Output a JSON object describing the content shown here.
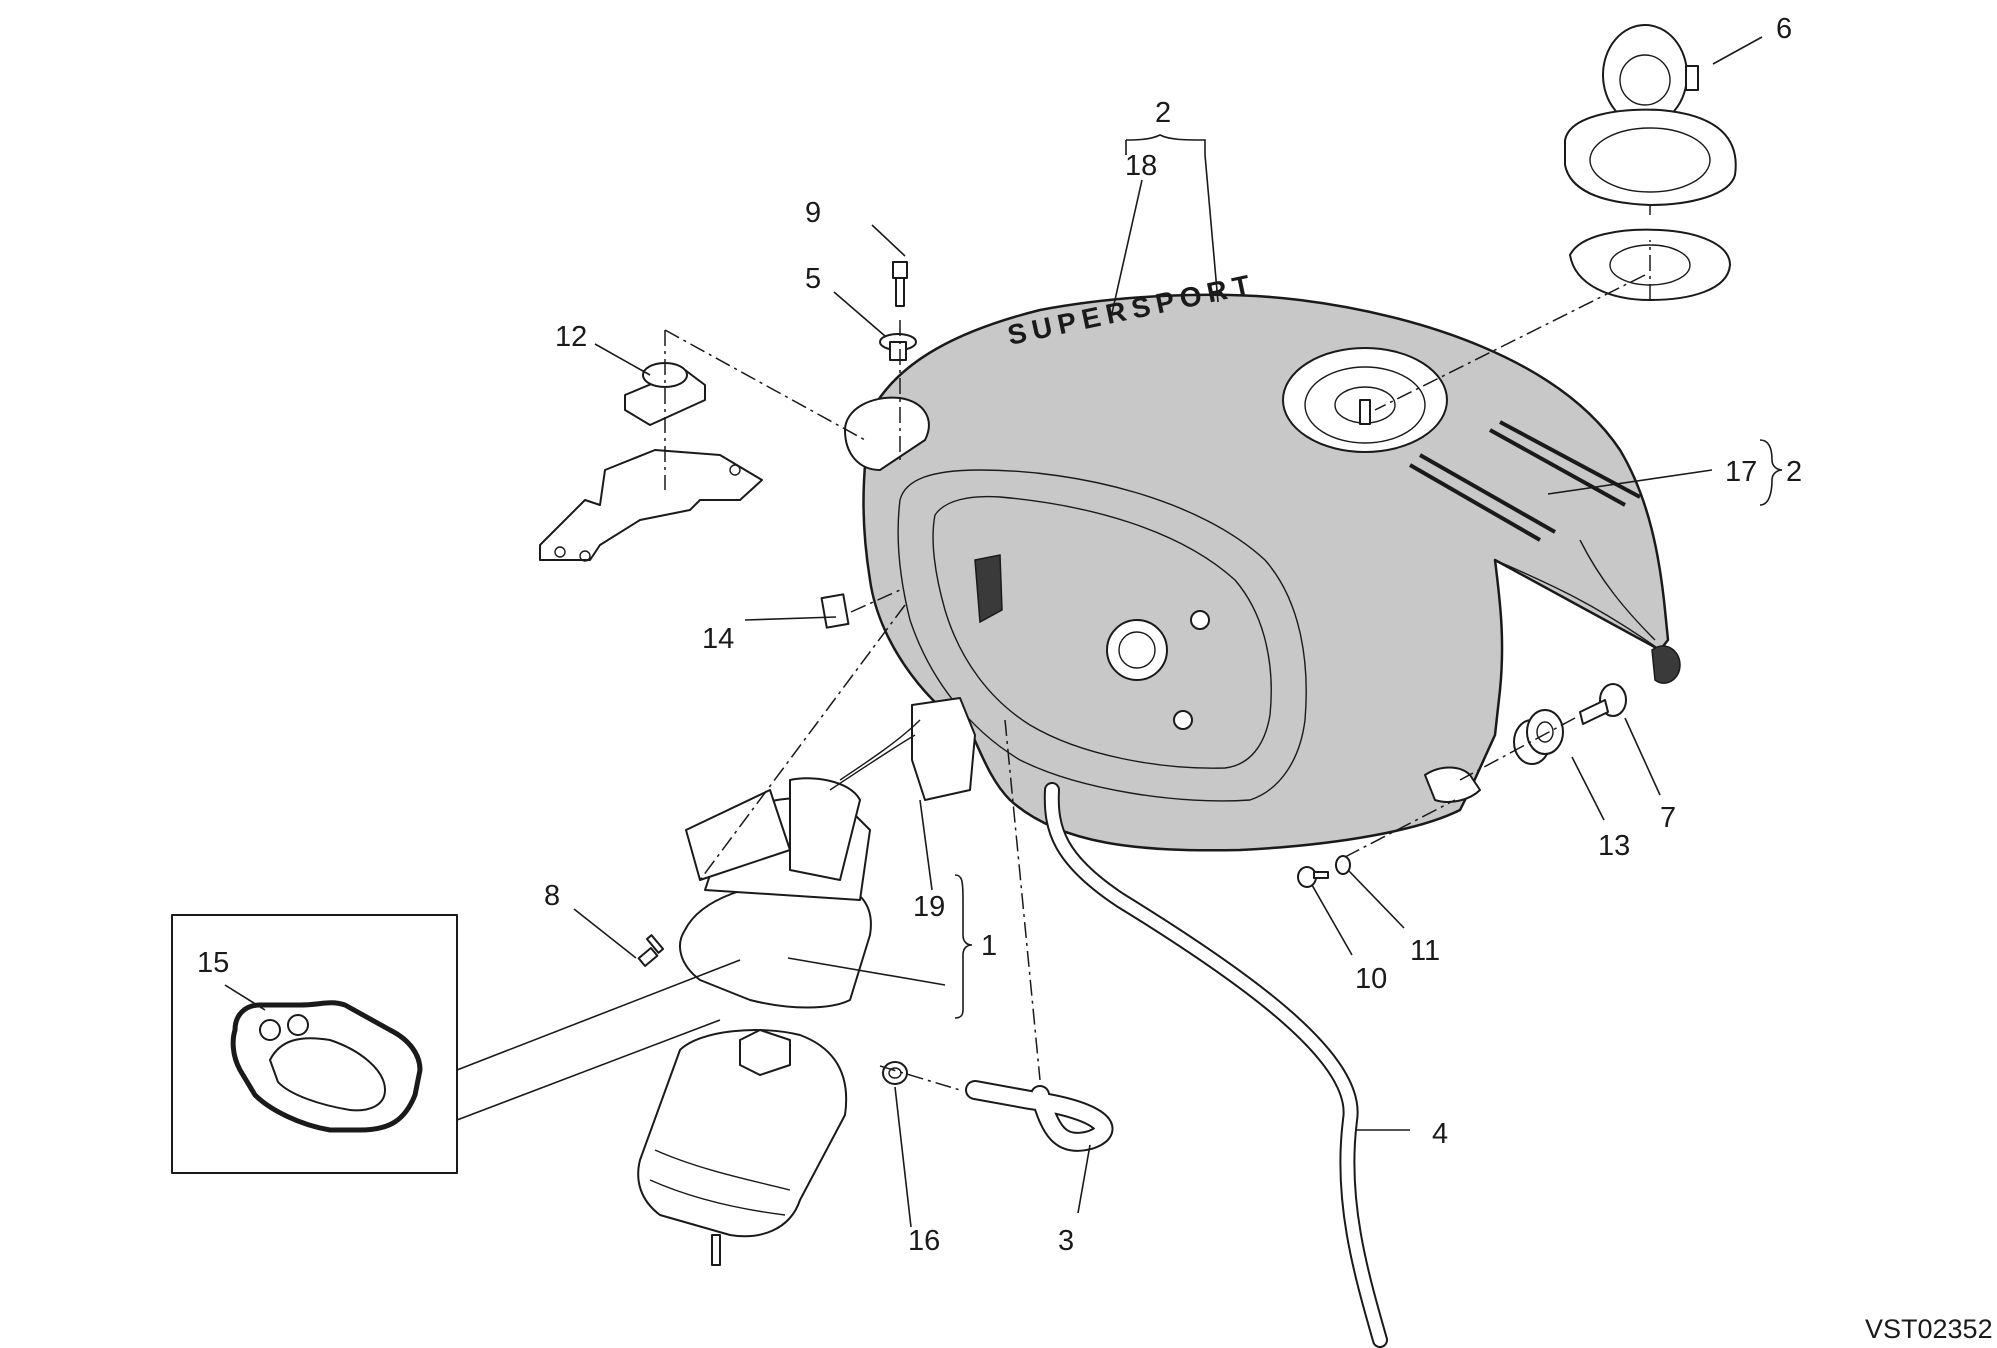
{
  "callouts": {
    "c1": "1",
    "c2a": "2",
    "c2b": "2",
    "c3": "3",
    "c4": "4",
    "c5": "5",
    "c6": "6",
    "c7": "7",
    "c8": "8",
    "c9": "9",
    "c10": "10",
    "c11": "11",
    "c12": "12",
    "c13": "13",
    "c14": "14",
    "c15": "15",
    "c16": "16",
    "c17": "17",
    "c18": "18",
    "c19": "19"
  },
  "drawing_code": "VST02352",
  "tank_lettering": "SUPERSPORT"
}
